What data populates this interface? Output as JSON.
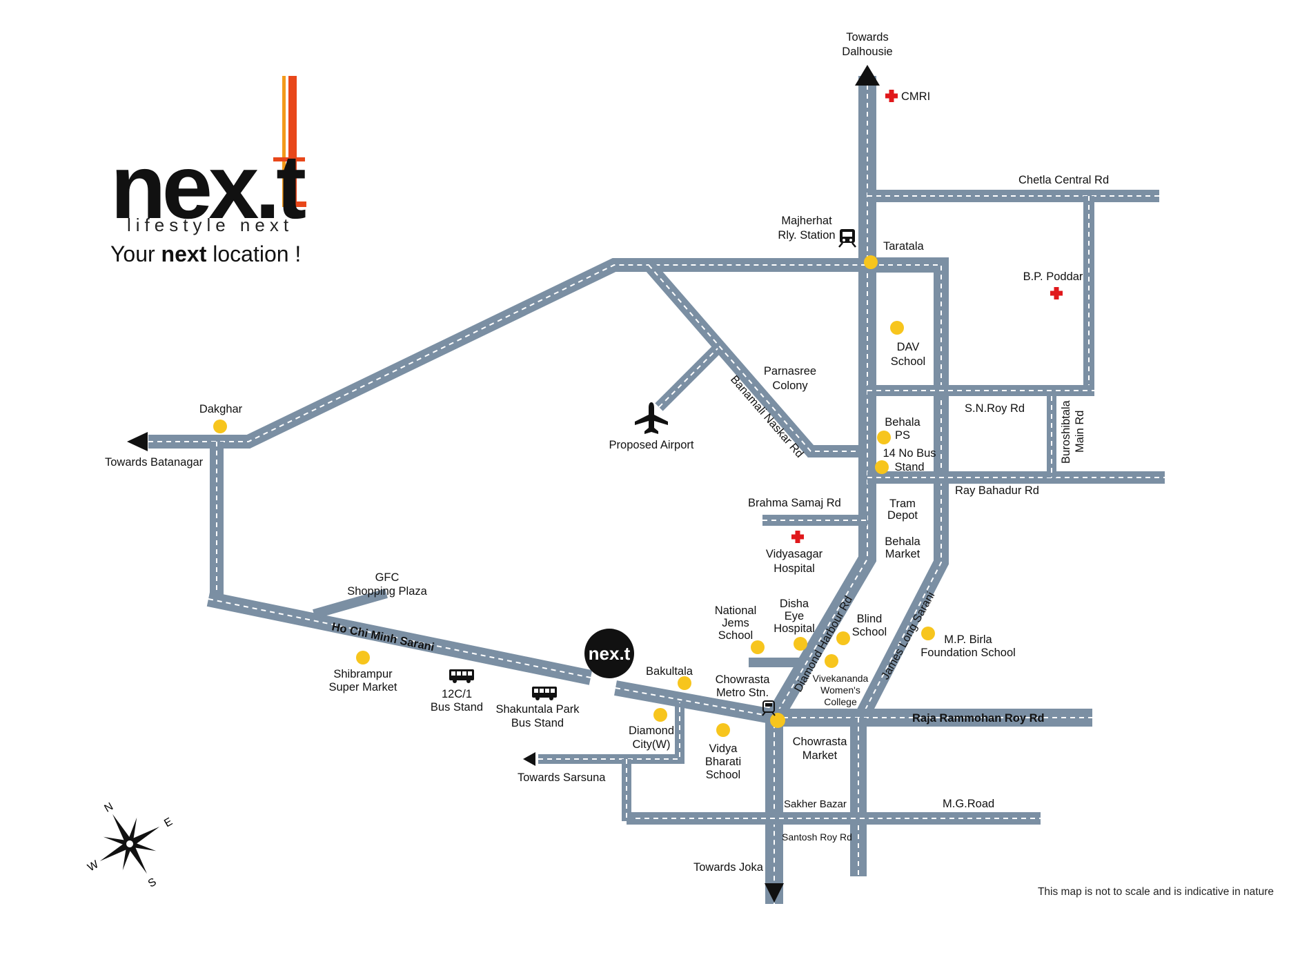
{
  "brand": {
    "logo_word": "nex.t",
    "sub": "lifestyle next",
    "tagline_pre": "Your ",
    "tagline_bold": "next",
    "tagline_post": " location !",
    "accent_color": "#e8471a",
    "accent_color_2": "#f39a1b"
  },
  "disclaimer": "This map is not to scale and is indicative in nature",
  "colors": {
    "road": "#7b8fa3",
    "road_dash": "#ffffff",
    "landmark": "#f7c51d",
    "hospital": "#e0181b"
  },
  "roads": {
    "ho_chi_minh": "Ho Chi Minh Sarani",
    "banamali": "Banamali Naskar Rd",
    "diamond_harbour": "Diamond Harbour Rd",
    "james_long": "James Long Sarani",
    "chetla_central": "Chetla Central Rd",
    "sn_roy": "S.N.Roy Rd",
    "ray_bahadur": "Ray Bahadur Rd",
    "buroshibtala_1": "Buroshibtala",
    "buroshibtala_2": "Main Rd",
    "brahma_samaj": "Brahma Samaj Rd",
    "raja_rammohan": "Raja Rammohan Roy Rd",
    "mg_road": "M.G.Road",
    "santosh_roy": "Santosh Roy Rd",
    "sakher_bazar": "Sakher Bazar"
  },
  "directions": {
    "dalhousie_1": "Towards",
    "dalhousie_2": "Dalhousie",
    "batanagar": "Towards Batanagar",
    "sarsuna": "Towards Sarsuna",
    "joka": "Towards Joka"
  },
  "places": {
    "cmri": "CMRI",
    "bp_poddar": "B.P. Poddar",
    "majherhat_1": "Majherhat",
    "majherhat_2": "Rly. Station",
    "taratala": "Taratala",
    "dav_1": "DAV",
    "dav_2": "School",
    "parnasree_1": "Parnasree",
    "parnasree_2": "Colony",
    "behala_ps_1": "Behala",
    "behala_ps_2": "PS",
    "bus14_1": "14 No Bus",
    "bus14_2": "Stand",
    "tram_1": "Tram",
    "tram_2": "Depot",
    "behala_market_1": "Behala",
    "behala_market_2": "Market",
    "vidyasagar_1": "Vidyasagar",
    "vidyasagar_2": "Hospital",
    "airport": "Proposed Airport",
    "dakghar": "Dakghar",
    "gfc_1": "GFC",
    "gfc_2": "Shopping Plaza",
    "shibrampur_1": "Shibrampur",
    "shibrampur_2": "Super Market",
    "bus12_1": "12C/1",
    "bus12_2": "Bus Stand",
    "shakuntala_1": "Shakuntala Park",
    "shakuntala_2": "Bus Stand",
    "bakultala": "Bakultala",
    "diamond_city_1": "Diamond",
    "diamond_city_2": "City(W)",
    "vidya_1": "Vidya",
    "vidya_2": "Bharati",
    "vidya_3": "School",
    "national_1": "National",
    "national_2": "Jems",
    "national_3": "School",
    "disha_1": "Disha",
    "disha_2": "Eye",
    "disha_3": "Hospital",
    "blind_1": "Blind",
    "blind_2": "School",
    "vivek_1": "Vivekananda",
    "vivek_2": "Women's",
    "vivek_3": "College",
    "mpbirla_1": "M.P. Birla",
    "mpbirla_2": "Foundation School",
    "chowrasta_metro_1": "Chowrasta",
    "chowrasta_metro_2": "Metro Stn.",
    "chowrasta_market_1": "Chowrasta",
    "chowrasta_market_2": "Market",
    "site_badge": "nex.t"
  },
  "compass": {
    "n": "N",
    "e": "E",
    "s": "S",
    "w": "W"
  }
}
